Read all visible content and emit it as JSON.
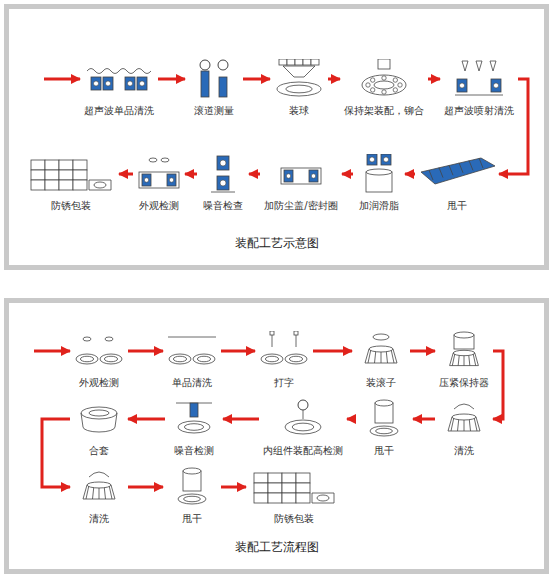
{
  "diagram": {
    "nodes": [
      {
        "text": [
          "装配工艺示意图"
        ]
      },
      {
        "text": [
          "超声波单品清洗"
        ],
        "in": 0
      },
      {
        "text": [
          "滚道测量"
        ],
        "in": 0
      },
      {
        "text": [
          "装球"
        ],
        "in": 0
      },
      {
        "text": [
          "保持架装配，铆合"
        ],
        "in": 0
      },
      {
        "text": [
          "超声波喷射清洗"
        ],
        "in": 0
      },
      {
        "text": [
          "甩干"
        ],
        "in": 0
      },
      {
        "text": [
          "加润滑脂"
        ],
        "in": 0
      },
      {
        "text": [
          "加防尘盖/密封圈"
        ],
        "in": 0
      },
      {
        "text": [
          "噪音检查"
        ],
        "in": 0
      },
      {
        "text": [
          "外观检测"
        ],
        "in": 0
      },
      {
        "text": [
          "防锈包装"
        ],
        "in": 0
      },
      {
        "text": [
          "装配工艺流程图"
        ]
      },
      {
        "text": [
          "外观检测"
        ],
        "in": 12
      },
      {
        "text": [
          "单品清洗"
        ],
        "in": 12
      },
      {
        "text": [
          "打字"
        ],
        "in": 12
      },
      {
        "text": [
          "装滚子"
        ],
        "in": 12
      },
      {
        "text": [
          "压紧保持器"
        ],
        "in": 12
      },
      {
        "text": [
          "清洗"
        ],
        "in": 12
      },
      {
        "text": [
          "甩干"
        ],
        "in": 12
      },
      {
        "text": [
          "内组件装配高检测"
        ],
        "in": 12
      },
      {
        "text": [
          "噪音检测"
        ],
        "in": 12
      },
      {
        "text": [
          "合套"
        ],
        "in": 12
      },
      {
        "text": [
          "清洗"
        ],
        "in": 12
      },
      {
        "text": [
          "甩干"
        ],
        "in": 12
      },
      {
        "text": [
          "防锈包装"
        ],
        "in": 12
      }
    ],
    "edges": [
      {
        "from": 1,
        "to": 2,
        "arrow": "to"
      },
      {
        "from": 2,
        "to": 3,
        "arrow": "to"
      },
      {
        "from": 3,
        "to": 4,
        "arrow": "to"
      },
      {
        "from": 4,
        "to": 5,
        "arrow": "to"
      },
      {
        "from": 5,
        "to": 6,
        "arrow": "to"
      },
      {
        "from": 6,
        "to": 7,
        "arrow": "to"
      },
      {
        "from": 7,
        "to": 8,
        "arrow": "to"
      },
      {
        "from": 8,
        "to": 9,
        "arrow": "to"
      },
      {
        "from": 9,
        "to": 10,
        "arrow": "to"
      },
      {
        "from": 10,
        "to": 11,
        "arrow": "to"
      },
      {
        "from": 13,
        "to": 14,
        "arrow": "to"
      },
      {
        "from": 14,
        "to": 15,
        "arrow": "to"
      },
      {
        "from": 15,
        "to": 16,
        "arrow": "to"
      },
      {
        "from": 16,
        "to": 17,
        "arrow": "to"
      },
      {
        "from": 17,
        "to": 18,
        "arrow": "to"
      },
      {
        "from": 18,
        "to": 19,
        "arrow": "to"
      },
      {
        "from": 19,
        "to": 20,
        "arrow": "to"
      },
      {
        "from": 20,
        "to": 21,
        "arrow": "to"
      },
      {
        "from": 21,
        "to": 22,
        "arrow": "to"
      },
      {
        "from": 22,
        "to": 23,
        "arrow": "to"
      },
      {
        "from": 23,
        "to": 24,
        "arrow": "to"
      },
      {
        "from": 24,
        "to": 25,
        "arrow": "to"
      }
    ]
  }
}
